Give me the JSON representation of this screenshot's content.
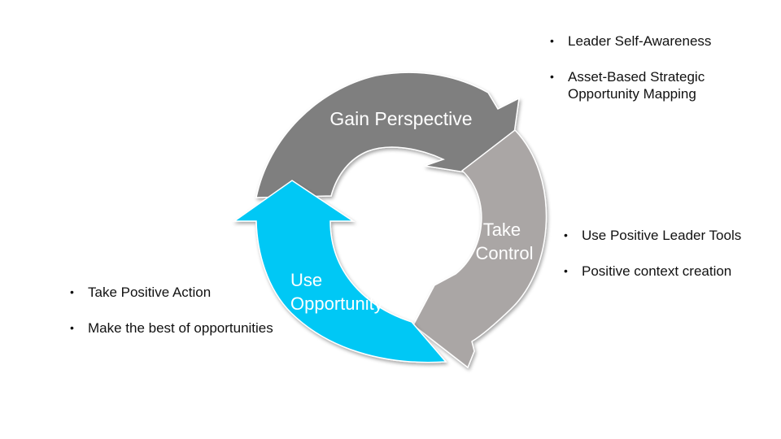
{
  "cycle": {
    "stages": [
      {
        "id": "gain",
        "label_lines": [
          "Gain Perspective"
        ],
        "color": "#7f7f7f"
      },
      {
        "id": "control",
        "label_lines": [
          "Take",
          "Control"
        ],
        "color": "#aaa6a5"
      },
      {
        "id": "opportunity",
        "label_lines": [
          "Use",
          "Opportunity"
        ],
        "color": "#00c8f5"
      }
    ]
  },
  "notes": {
    "top": [
      "Leader Self-Awareness",
      "Asset-Based Strategic Opportunity Mapping"
    ],
    "right": [
      "Use Positive Leader Tools",
      "Positive context creation"
    ],
    "left": [
      "Take Positive Action",
      "Make the best of opportunities"
    ]
  }
}
